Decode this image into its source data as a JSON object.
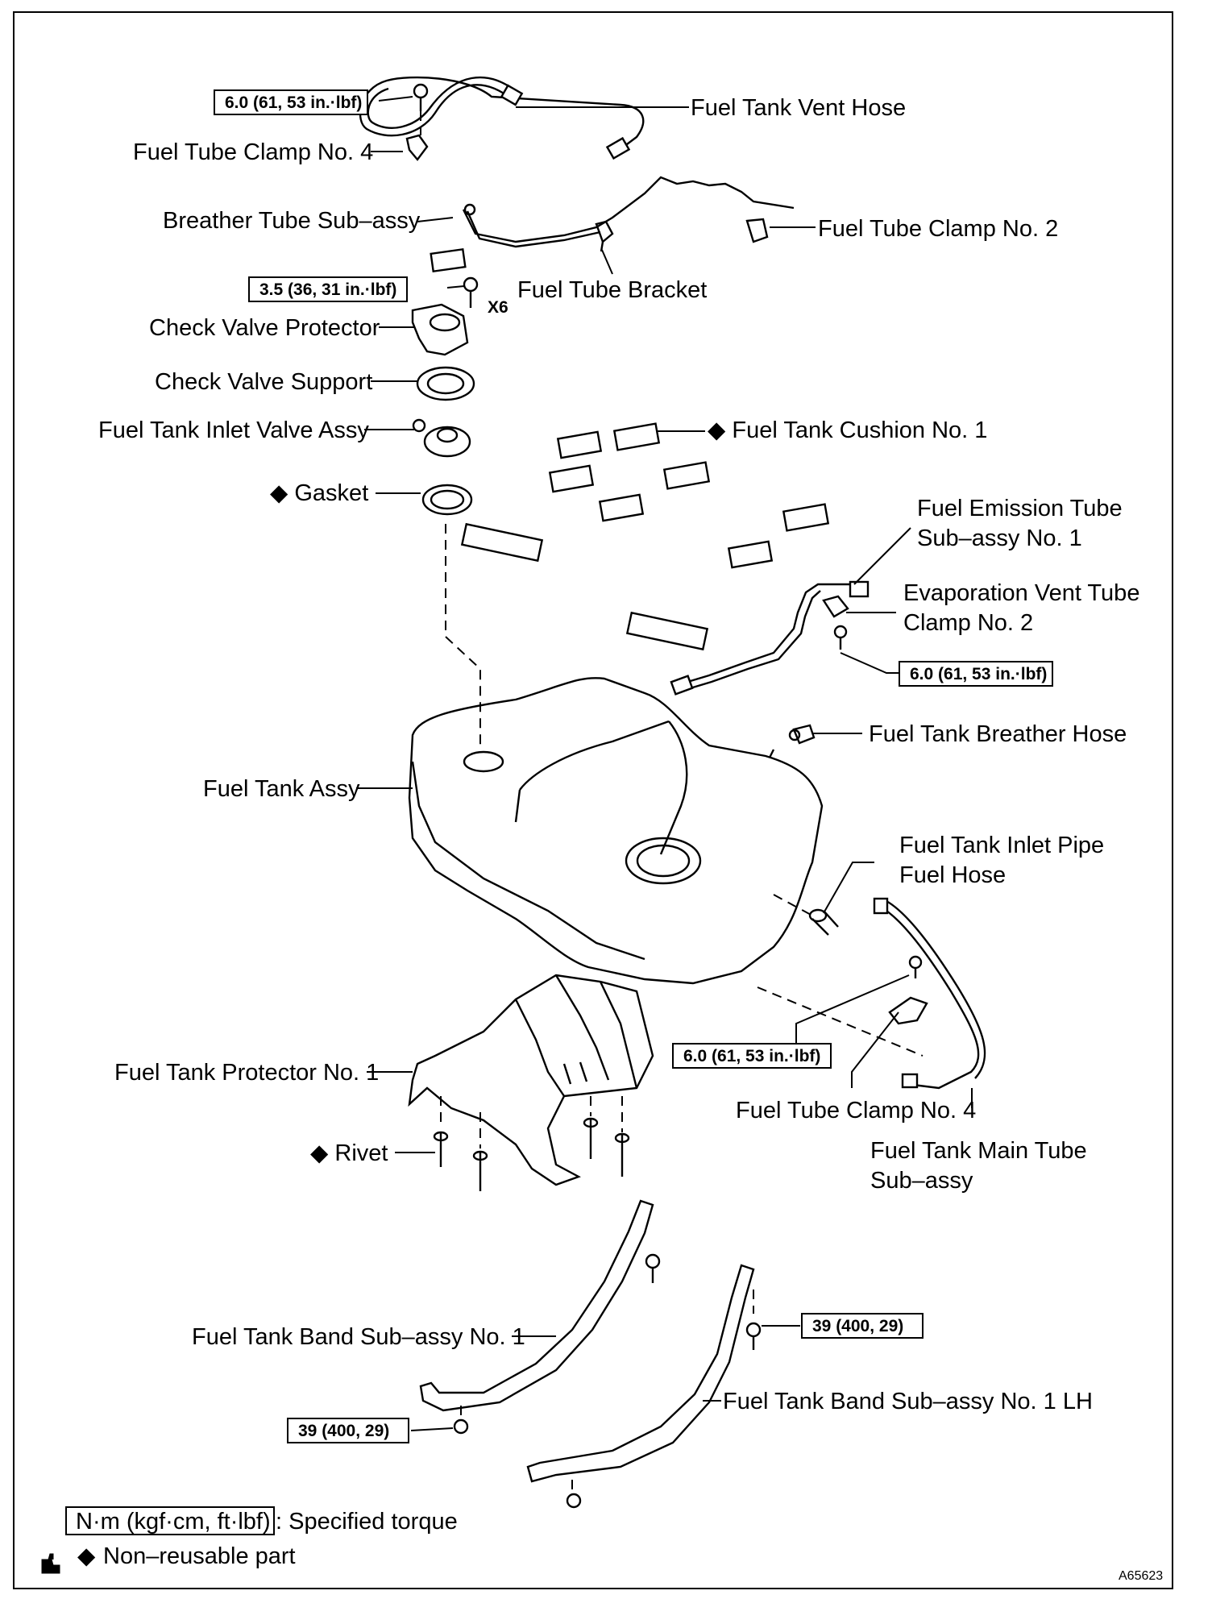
{
  "labels": {
    "fuel_tank_vent_hose": "Fuel Tank Vent Hose",
    "fuel_tube_clamp_no4_top": "Fuel Tube Clamp No. 4",
    "breather_tube_sub_assy": "Breather Tube Sub–assy",
    "fuel_tube_clamp_no2": "Fuel Tube Clamp No. 2",
    "fuel_tube_bracket": "Fuel Tube Bracket",
    "x6": "X6",
    "check_valve_protector": "Check Valve Protector",
    "check_valve_support": "Check Valve Support",
    "fuel_tank_inlet_valve_assy": "Fuel Tank Inlet Valve Assy",
    "fuel_tank_cushion_no1": "Fuel Tank Cushion No. 1",
    "gasket": "Gasket",
    "fuel_emission_tube_line1": "Fuel Emission Tube",
    "fuel_emission_tube_line2": "Sub–assy No. 1",
    "evaporation_vent_tube_line1": "Evaporation Vent Tube",
    "evaporation_vent_tube_line2": "Clamp No. 2",
    "fuel_tank_breather_hose": "Fuel Tank Breather Hose",
    "fuel_tank_assy": "Fuel Tank Assy",
    "fuel_tank_inlet_pipe_line1": "Fuel Tank Inlet Pipe",
    "fuel_tank_inlet_pipe_line2": "Fuel Hose",
    "fuel_tank_protector_no1": "Fuel Tank Protector No. 1",
    "fuel_tube_clamp_no4_bottom": "Fuel Tube Clamp No. 4",
    "fuel_tank_main_tube_line1": "Fuel Tank Main Tube",
    "fuel_tank_main_tube_line2": "Sub–assy",
    "rivet": "Rivet",
    "fuel_tank_band_no1": "Fuel Tank Band Sub–assy No. 1",
    "fuel_tank_band_no1_lh": "Fuel Tank Band Sub–assy No. 1 LH"
  },
  "torques": {
    "vent_hose_bolt": "6.0 (61, 53 in.·lbf)",
    "check_valve_bolt": "3.5 (36, 31 in.·lbf)",
    "emission_clamp_bolt": "6.0 (61, 53 in.·lbf)",
    "main_tube_bolt": "6.0 (61, 53 in.·lbf)",
    "band_lh_bolt": "39 (400, 29)",
    "band_no1_bolt": "39 (400, 29)"
  },
  "legend": {
    "unit_box": "N·m (kgf·cm, ft·lbf)",
    "torque_text": ": Specified torque",
    "nonreusable_text": "Non–reusable part",
    "nonreusable_symbol": "◆"
  },
  "figure_id": "A65623"
}
